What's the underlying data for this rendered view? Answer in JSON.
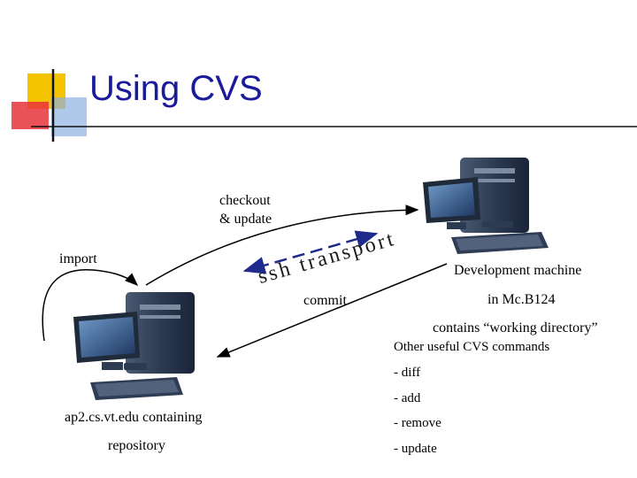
{
  "title": "Using CVS",
  "labels": {
    "checkout": "checkout",
    "and_update": "& update",
    "import": "import",
    "ssh_transport": "ssh transport",
    "commit": "commit",
    "dev_machine": "Development machine",
    "dev_location": "in Mc.B124",
    "working_dir": "contains “working directory”",
    "server_line1": "ap2.cs.vt.edu containing",
    "server_line2": "repository"
  },
  "commands": {
    "heading": "Other useful CVS commands",
    "items": [
      "- diff",
      "- add",
      "- remove",
      "- update"
    ]
  },
  "colors": {
    "title": "#1a1a9c",
    "accent_yellow": "#f5c400",
    "accent_red": "#e8323c",
    "accent_blue": "#8fb0e0",
    "transport_arrow": "#1e2a8c"
  },
  "icons": [
    "computer-icon",
    "computer-icon"
  ]
}
